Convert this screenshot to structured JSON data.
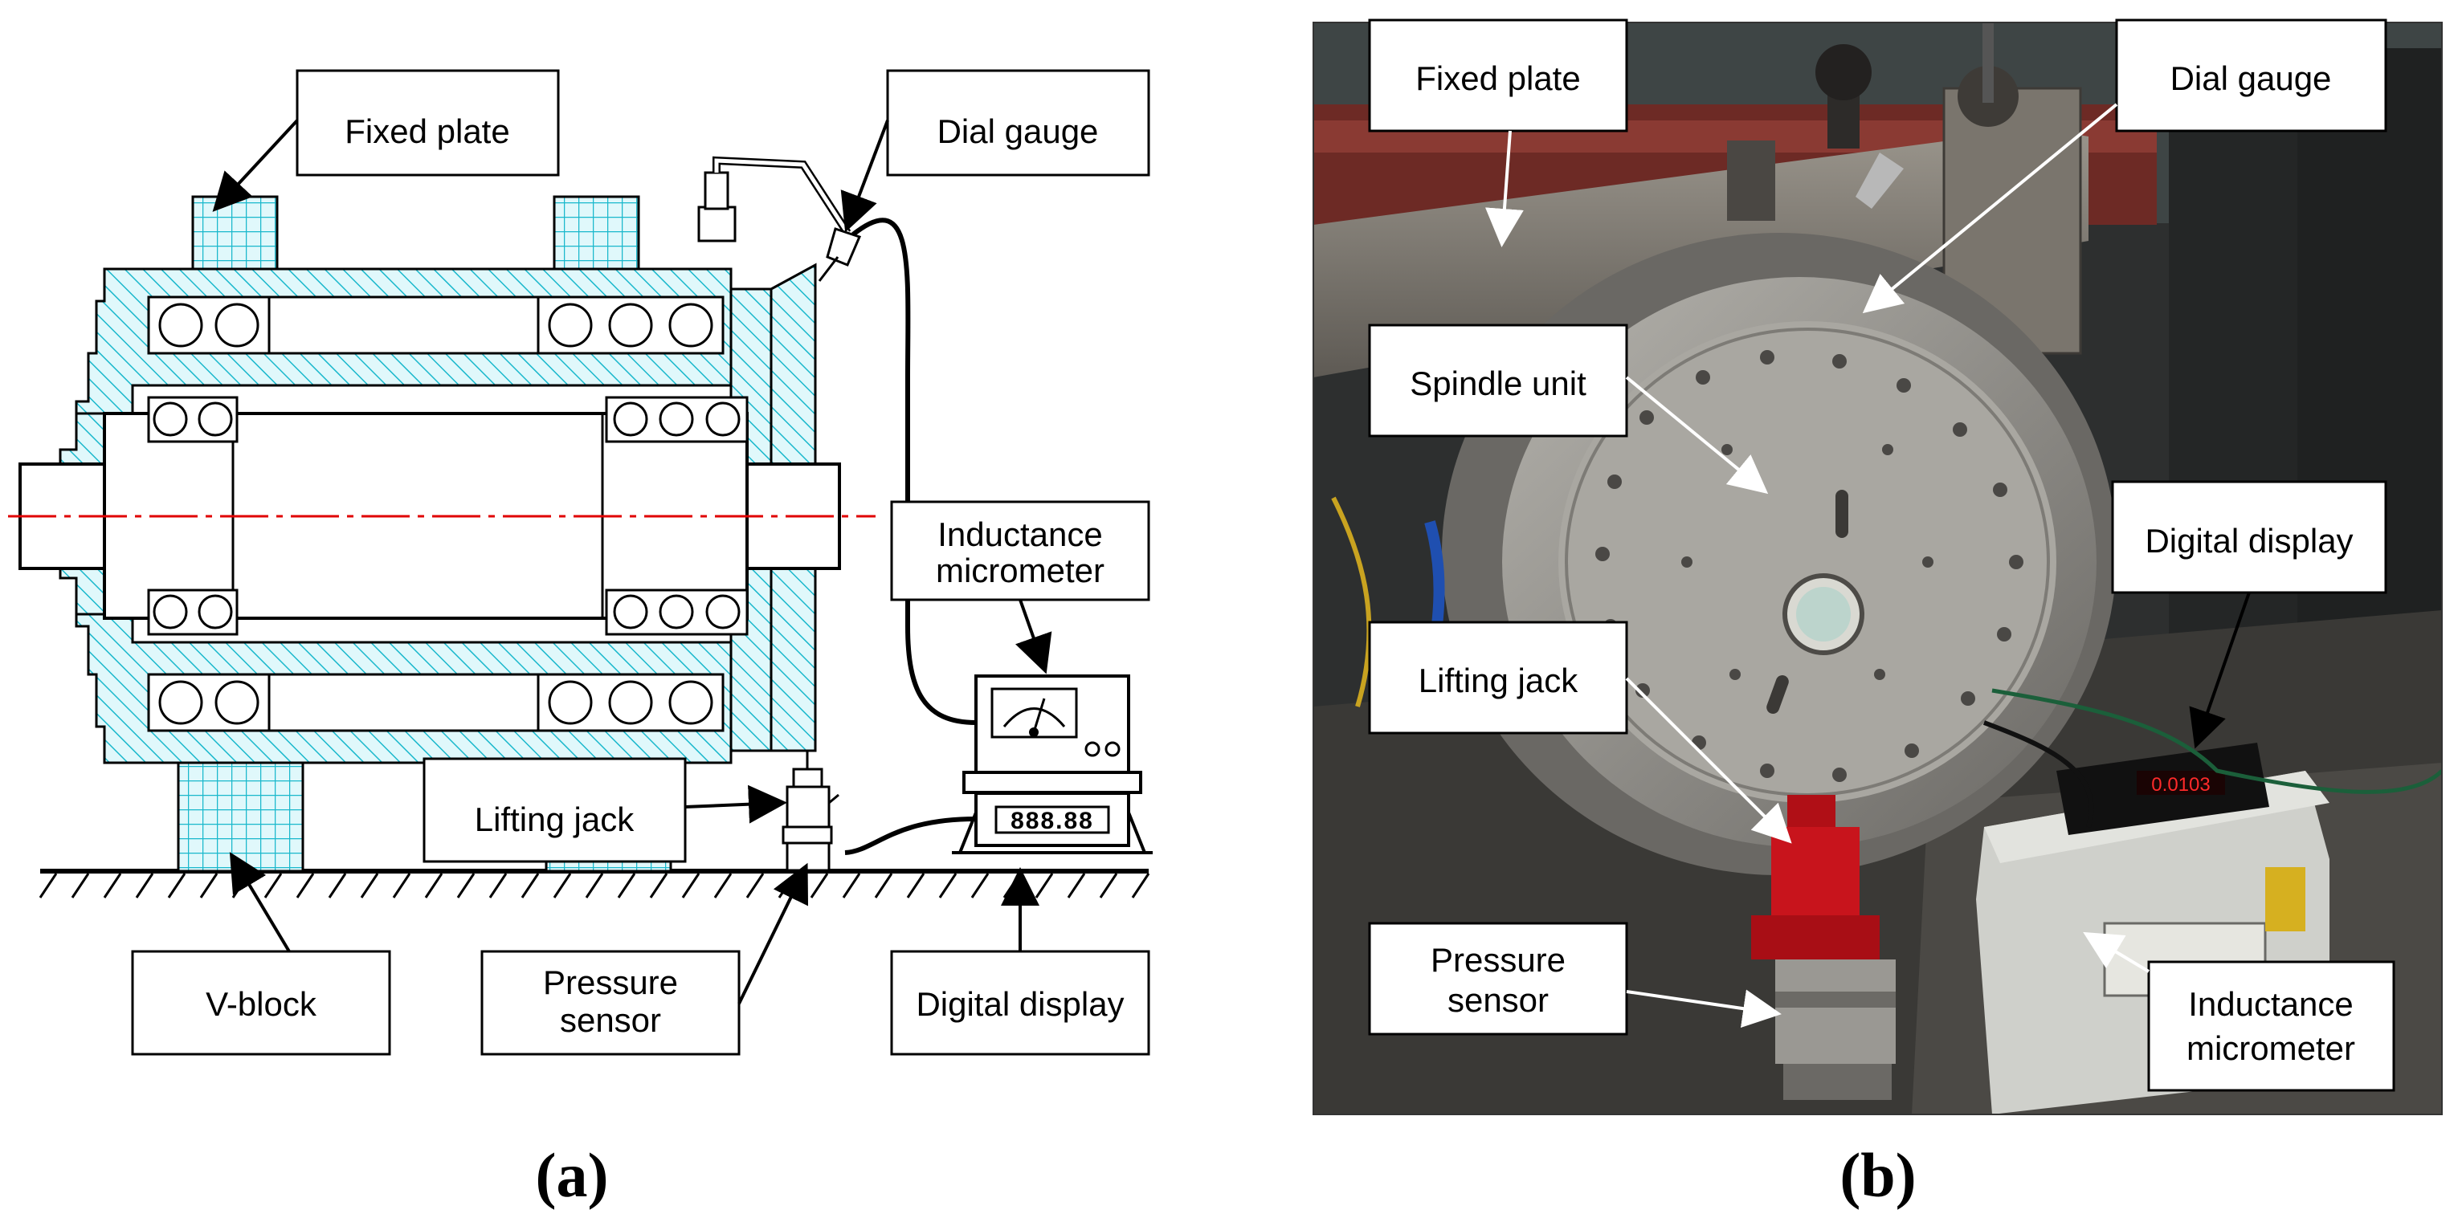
{
  "panel_a": {
    "caption": "(a)",
    "labels": {
      "fixed_plate": "Fixed plate",
      "dial_gauge": "Dial gauge",
      "inductance_1": "Inductance",
      "inductance_2": "micrometer",
      "lifting_jack": "Lifting jack",
      "v_block": "V-block",
      "pressure_1": "Pressure",
      "pressure_2": "sensor",
      "digital_display": "Digital display"
    },
    "display_readout": "888.88"
  },
  "panel_b": {
    "caption": "(b)",
    "labels": {
      "fixed_plate": "Fixed plate",
      "dial_gauge": "Dial gauge",
      "spindle_unit": "Spindle unit",
      "digital_display": "Digital display",
      "lifting_jack": "Lifting jack",
      "pressure_1": "Pressure",
      "pressure_2": "sensor",
      "inductance_1": "Inductance",
      "inductance_2": "micrometer"
    }
  },
  "colors": {
    "hatch_cyan": "#19b8cc",
    "fill_cyan": "#d8f7fb",
    "axis_red": "#e00000",
    "jack_red": "#c8141c",
    "ink": "#000000"
  }
}
